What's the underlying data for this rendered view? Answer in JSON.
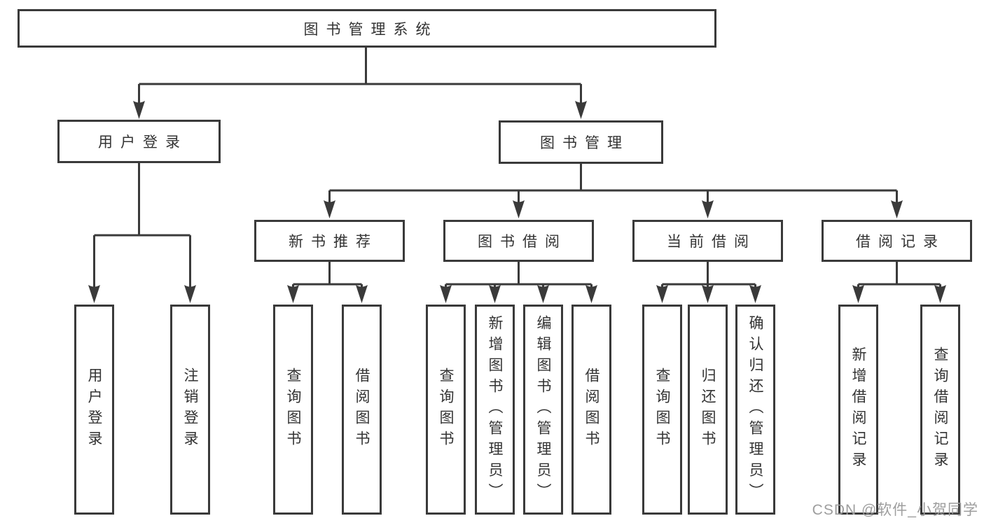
{
  "tree": {
    "label": "图书管理系统",
    "children": [
      {
        "label": "用户登录",
        "leaves": [
          "用户登录",
          "注销登录"
        ]
      },
      {
        "label": "图书管理",
        "children": [
          {
            "label": "新书推荐",
            "leaves": [
              "查询图书",
              "借阅图书"
            ]
          },
          {
            "label": "图书借阅",
            "leaves": [
              "查询图书",
              "新增图书（管理员）",
              "编辑图书（管理员）",
              "借阅图书"
            ]
          },
          {
            "label": "当前借阅",
            "leaves": [
              "查询图书",
              "归还图书",
              "确认归还（管理员）"
            ]
          },
          {
            "label": "借阅记录",
            "leaves": [
              "新增借阅记录",
              "查询借阅记录"
            ]
          }
        ]
      }
    ]
  },
  "watermark": "CSDN @软件_小贺同学",
  "colors": {
    "line": "#3a3a3a",
    "text": "#333333",
    "watermark": "#9e9e9e",
    "background": "#ffffff"
  }
}
